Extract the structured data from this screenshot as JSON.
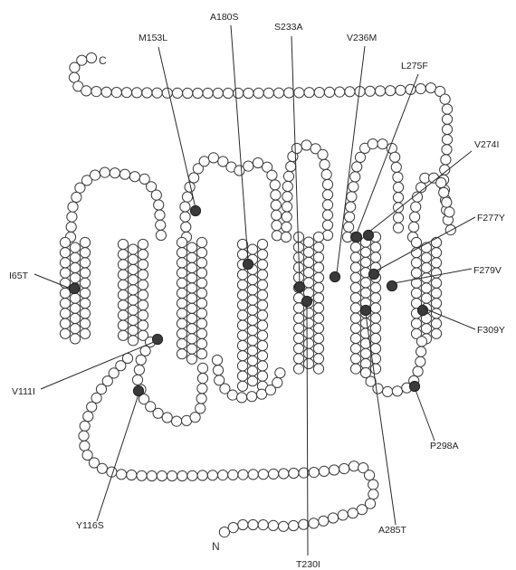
{
  "termini": {
    "c": "C",
    "n": "N"
  },
  "mutations": [
    {
      "label": "M153L"
    },
    {
      "label": "A180S"
    },
    {
      "label": "S233A"
    },
    {
      "label": "V236M"
    },
    {
      "label": "L275F"
    },
    {
      "label": "V274I"
    },
    {
      "label": "F277Y"
    },
    {
      "label": "F279V"
    },
    {
      "label": "F309Y"
    },
    {
      "label": "P298A"
    },
    {
      "label": "A285T"
    },
    {
      "label": "T230I"
    },
    {
      "label": "Y116S"
    },
    {
      "label": "V111I"
    },
    {
      "label": "I65T"
    }
  ],
  "colors": {
    "residue_fill": "#ffffff",
    "residue_stroke": "#3c3c3c",
    "mutant_fill": "#3a3a3a",
    "line": "#2a2a2a"
  }
}
